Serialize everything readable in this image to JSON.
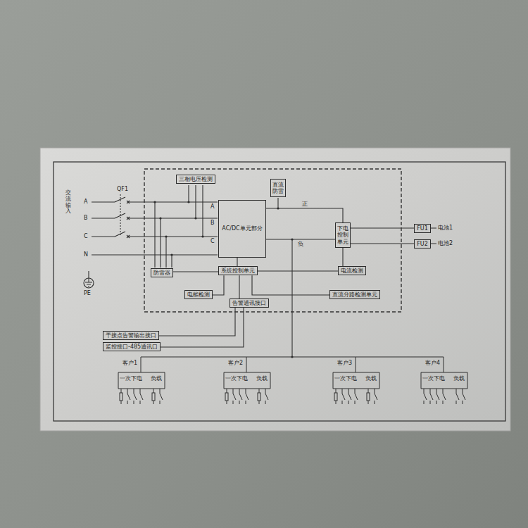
{
  "diagram": {
    "nodes": [
      {
        "text": [
          "三相电压检测"
        ]
      },
      {
        "text": [
          "直流防雷"
        ]
      },
      {
        "text": [
          "AC/DC单元部分"
        ]
      },
      {
        "text": [
          "下电控制单元"
        ]
      },
      {
        "text": [
          "防雷器"
        ]
      },
      {
        "text": [
          "系统控制单元"
        ]
      },
      {
        "text": [
          "电流检测"
        ]
      },
      {
        "text": [
          "电能检测"
        ]
      },
      {
        "text": [
          "直流分路检测单元"
        ]
      },
      {
        "text": [
          "告警通讯接口"
        ]
      },
      {
        "text": [
          "干接点告警输出接口"
        ]
      },
      {
        "text": [
          "监控接口-485通讯口"
        ]
      },
      {
        "text": [
          "FU1"
        ]
      },
      {
        "text": [
          "FU2"
        ]
      }
    ],
    "edges": [
      {
        "from": 2,
        "to": 3,
        "arrow": "none",
        "label": "正"
      },
      {
        "from": 2,
        "to": 3,
        "arrow": "none",
        "label": "负"
      },
      {
        "from": 3,
        "to": 12,
        "arrow": "none"
      },
      {
        "from": 3,
        "to": 13,
        "arrow": "none"
      },
      {
        "from": 5,
        "to": 2,
        "arrow": "none"
      },
      {
        "from": 4,
        "to": 5,
        "arrow": "none"
      },
      {
        "from": 5,
        "to": 6,
        "arrow": "none"
      },
      {
        "from": 3,
        "to": 6,
        "arrow": "none"
      },
      {
        "from": 5,
        "to": 7,
        "arrow": "none"
      },
      {
        "from": 5,
        "to": 8,
        "arrow": "none"
      },
      {
        "from": 5,
        "to": 9,
        "arrow": "none"
      },
      {
        "from": 9,
        "to": 10,
        "arrow": "none"
      },
      {
        "from": 9,
        "to": 11,
        "arrow": "none"
      }
    ],
    "labels": [
      "交流输入",
      "QF1",
      "A",
      "B",
      "C",
      "N",
      "PE",
      "A",
      "B",
      "C",
      "电池1",
      "电池2",
      "客户1",
      "一次下电",
      "负载",
      "客户2",
      "一次下电",
      "负载",
      "客户3",
      "一次下电",
      "负载",
      "客户4",
      "一次下电",
      "负载"
    ]
  }
}
